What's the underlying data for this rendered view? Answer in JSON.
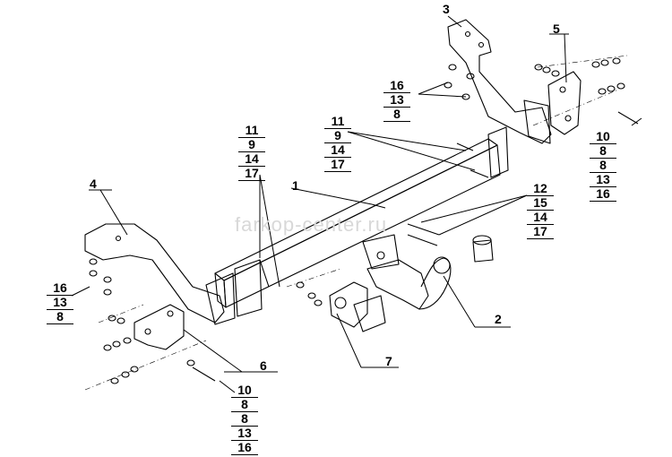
{
  "watermark": "farkop-center.ru",
  "callouts": {
    "c1": "1",
    "c2": "2",
    "c3": "3",
    "c4": "4",
    "c5": "5",
    "c6": "6",
    "c7": "7"
  },
  "stacks": {
    "top_left_16": [
      "16",
      "13",
      "8"
    ],
    "mid_left_11": [
      "11",
      "9",
      "14",
      "17"
    ],
    "center_11": [
      "11",
      "9",
      "14",
      "17"
    ],
    "right_12": [
      "12",
      "15",
      "14",
      "17"
    ],
    "far_right_10": [
      "10",
      "8",
      "8",
      "13",
      "16"
    ],
    "left_16": [
      "16",
      "13",
      "8"
    ],
    "bottom_10": [
      "10",
      "8",
      "8",
      "13",
      "16"
    ]
  }
}
